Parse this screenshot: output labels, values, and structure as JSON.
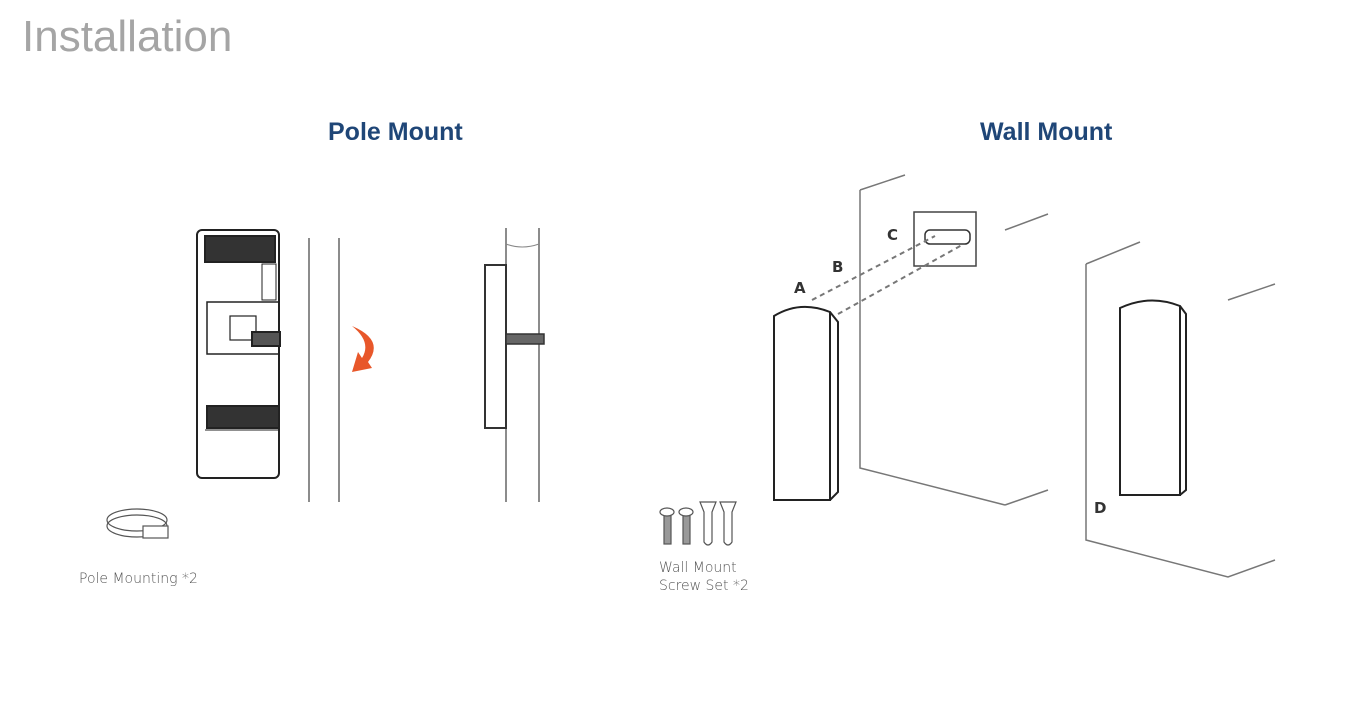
{
  "page_title": "Installation",
  "sections": {
    "pole": {
      "title": "Pole Mount",
      "accessory_caption": "Pole Mounting *2"
    },
    "wall": {
      "title": "Wall Mount",
      "accessory_caption_line1": "Wall Mount",
      "accessory_caption_line2": "Screw Set *2",
      "step_labels": {
        "a": "A",
        "b": "B",
        "c": "C",
        "d": "D"
      }
    }
  },
  "colors": {
    "title": "#a5a5a5",
    "heading": "#1f4677",
    "arrow": "#e8572a"
  }
}
